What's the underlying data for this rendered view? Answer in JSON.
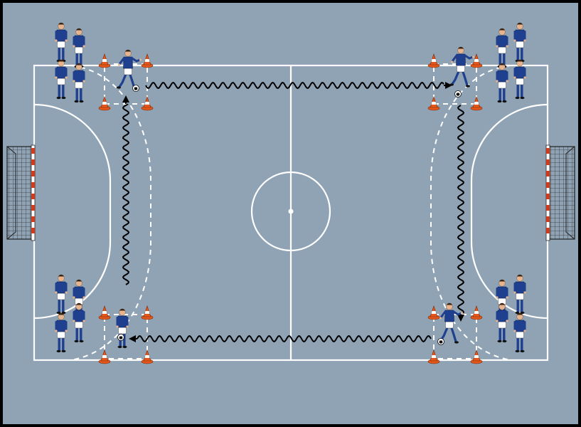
{
  "colors": {
    "background": "#8fa3b5",
    "frame": "#000000",
    "court_lines": "#ffffff",
    "dashed_lines": "#ffffff",
    "path_lines": "#000000",
    "jersey": "#1f3f8f",
    "shorts": "#ffffff",
    "socks": "#1f3f8f",
    "skin": "#e6b58f",
    "hair": "#3a2412",
    "cone_orange": "#e4571b",
    "cone_white": "#ffffff",
    "net": "#333333",
    "goal_post_red": "#d23a1c"
  },
  "icons": {
    "player": "player-icon",
    "cone": "cone-icon",
    "ball": "ball-icon",
    "goal": "goal-icon"
  },
  "drill": {
    "stations": 4,
    "dribble_paths": 4,
    "cones_per_station": 4,
    "waiting_players_per_station": 4
  }
}
